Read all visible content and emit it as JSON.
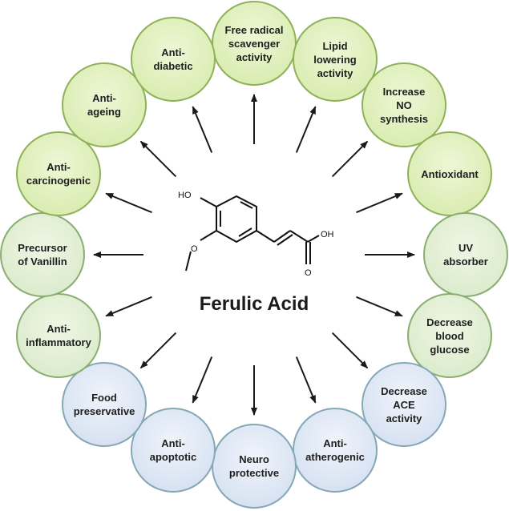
{
  "title": "Ferulic Acid",
  "atoms": {
    "ho": "HO",
    "oh": "OH",
    "o": "O"
  },
  "colors": {
    "green_fill": "#d3e9a6",
    "blue_fill": "#cfdcef",
    "border": "#8fb15a",
    "arrow": "#1a1a1a"
  },
  "activities": [
    "Free radical\nscavenger\nactivity",
    "Lipid\nlowering\nactivity",
    "Increase\nNO\nsynthesis",
    "Antioxidant",
    "UV\nabsorber",
    "Decrease\nblood\nglucose",
    "Decrease\nACE\nactivity",
    "Anti-\natherogenic",
    "Neuro\nprotective",
    "Anti-\napoptotic",
    "Food\npreservative",
    "Anti-\ninflammatory",
    "Precursor\nof Vanillin",
    "Anti-\ncarcinogenic",
    "Anti-\nageing",
    "Anti-\ndiabetic"
  ]
}
